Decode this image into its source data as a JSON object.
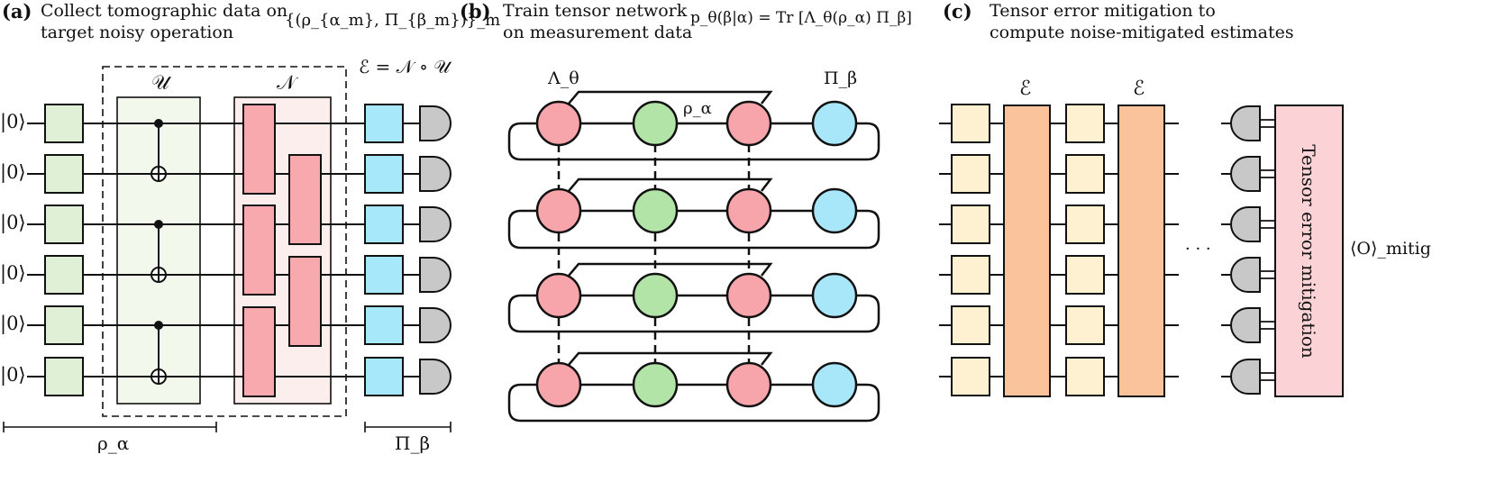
{
  "panel_a": {
    "label": "(a)",
    "caption_line1": "Collect tomographic data on",
    "caption_line2": "target noisy operation",
    "dataset": "{(ρ_{α_m}, Π_{β_m})}_m",
    "unitary": "𝒰",
    "noise": "𝒩",
    "channel": "ℰ = 𝒩 ∘ 𝒰",
    "ket": "|0⟩",
    "rho_label": "ρ_α",
    "pi_label": "Π_β",
    "colors": {
      "prep": "#dff0d6",
      "unitary_bg": "#f3f8ed",
      "noise_bg": "#fdeeee",
      "noise_gate": "#f8a9ae",
      "meas_basis": "#a8e8fb",
      "meter": "#c8c8c8"
    }
  },
  "panel_b": {
    "label": "(b)",
    "caption_line1": "Train tensor network",
    "caption_line2": "on measurement data",
    "model": "p_θ(β|α) = Tr [Λ_θ(ρ_α) Π_β]",
    "lambda_label": "Λ_θ",
    "rho_label": "ρ_α",
    "pi_label": "Π_β",
    "colors": {
      "channel_node": "#f7a4ab",
      "state_node": "#b2e4a8",
      "effect_node": "#a8e6f9"
    }
  },
  "panel_c": {
    "label": "(c)",
    "caption_line1": "Tensor error mitigation to",
    "caption_line2": "compute noise-mitigated estimates",
    "channel_label": "ℰ",
    "dots": "· · ·",
    "tem_label": "Tensor error mitigation",
    "observable": "⟨O⟩_mitig",
    "colors": {
      "local_gate": "#fdf1d2",
      "channel": "#fbc39c",
      "tem": "#fbd2d5",
      "meter": "#c8c8c8"
    }
  }
}
